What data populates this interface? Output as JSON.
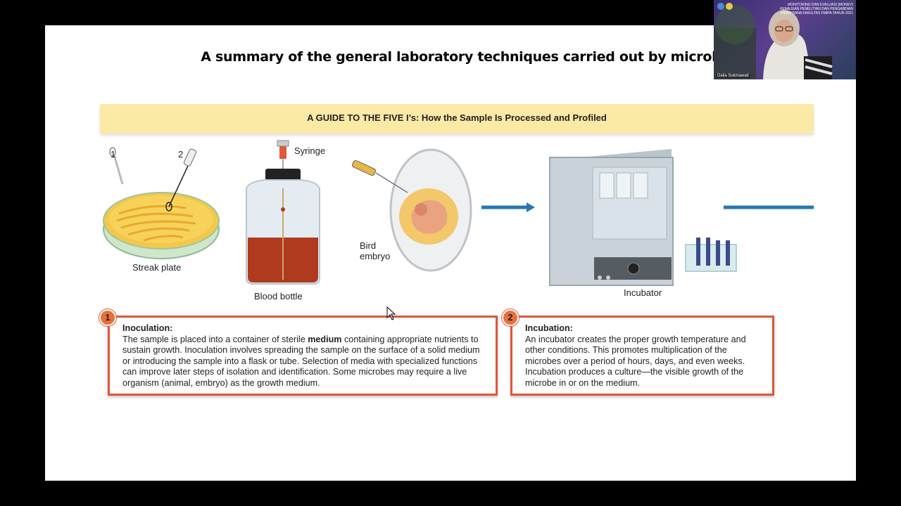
{
  "slide": {
    "title": "A summary of the general laboratory techniques carried out by microbiologists"
  },
  "figure": {
    "banner": "A GUIDE TO THE FIVE I’s: How the Sample Is Processed and Profiled",
    "labels": {
      "tool1": "1",
      "tool2": "2",
      "syringe": "Syringe",
      "streak_plate": "Streak plate",
      "blood_bottle": "Blood bottle",
      "bird_line1": "Bird",
      "bird_line2": "embryo",
      "incubator": "Incubator"
    },
    "colors": {
      "arrow": "#2677b4",
      "step_border": "#e0563a",
      "banner": "#fbe9a6"
    },
    "steps": [
      {
        "number": "1",
        "title": "Inoculation:",
        "text_before": "The sample is placed into a container of sterile ",
        "text_bold": "medium",
        "text_after": " containing appropriate nutrients to sustain growth. Inoculation involves spreading the sample on the surface of a solid medium or introducing the sample into a flask or tube. Selection of media with specialized functions can improve later steps of isolation and identification. Some microbes may require a live organism (animal, embryo) as the growth medium."
      },
      {
        "number": "2",
        "title": "Incubation:",
        "text": "An incubator creates the proper growth temperature and other conditions. This promotes multiplication of the microbes over a period of hours, days, and even weeks. Incubation produces a culture—the visible growth of the microbe in or on the medium."
      }
    ]
  },
  "webcam": {
    "banner_text": "MONITORING DAN EVALUASI (MONEV) KEMAJUAN PENELITIAN DAN PENGABDIAN HIBAH DANA FAKULTAS FMIPA TAHUN 2021",
    "presenter_name": "Dalia Sukmawati"
  }
}
